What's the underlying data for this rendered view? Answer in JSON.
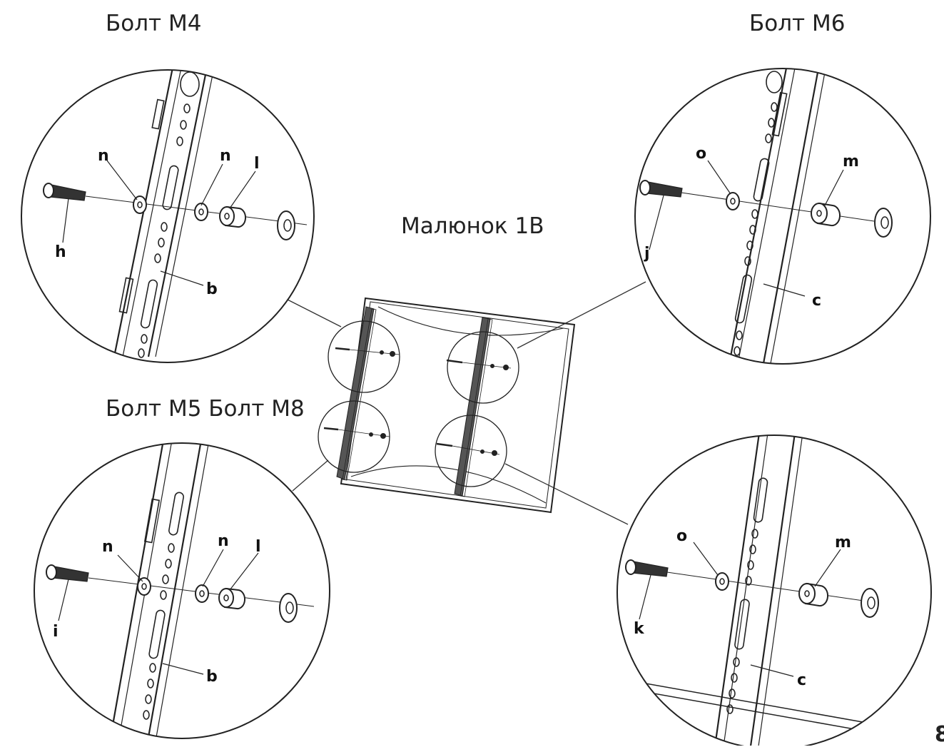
{
  "titles": {
    "bolt_m4": "Болт М4",
    "bolt_m6": "Болт М6",
    "bolt_m5_m8": "Болт М5 Болт М8",
    "figure": "Малюнок 1В",
    "page_number": "8"
  },
  "callouts": {
    "top_left": {
      "bolt": "h",
      "washer_front": "n",
      "washer_back": "n",
      "spacer": "l",
      "bracket": "b"
    },
    "bottom_left": {
      "bolt": "i",
      "washer_front": "n",
      "washer_back": "n",
      "spacer": "l",
      "bracket": "b"
    },
    "top_right": {
      "bolt": "j",
      "washer": "o",
      "spacer": "m",
      "bracket": "c"
    },
    "bottom_right": {
      "bolt": "k",
      "washer": "o",
      "spacer": "m",
      "bracket": "c"
    }
  }
}
